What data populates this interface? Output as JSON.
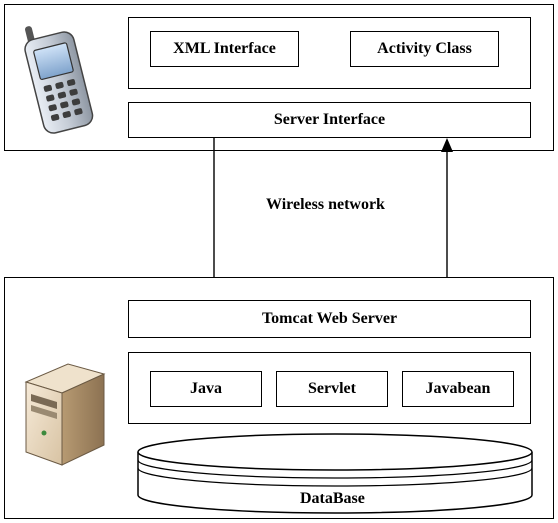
{
  "client": {
    "xml_interface": "XML Interface",
    "activity_class": "Activity Class",
    "server_interface": "Server Interface",
    "device_icon": "mobile-phone-icon"
  },
  "network": {
    "label": "Wireless network"
  },
  "server": {
    "web_server": "Tomcat Web Server",
    "components": [
      "Java",
      "Servlet",
      "Javabean"
    ],
    "database": "DataBase",
    "device_icon": "server-tower-icon"
  }
}
